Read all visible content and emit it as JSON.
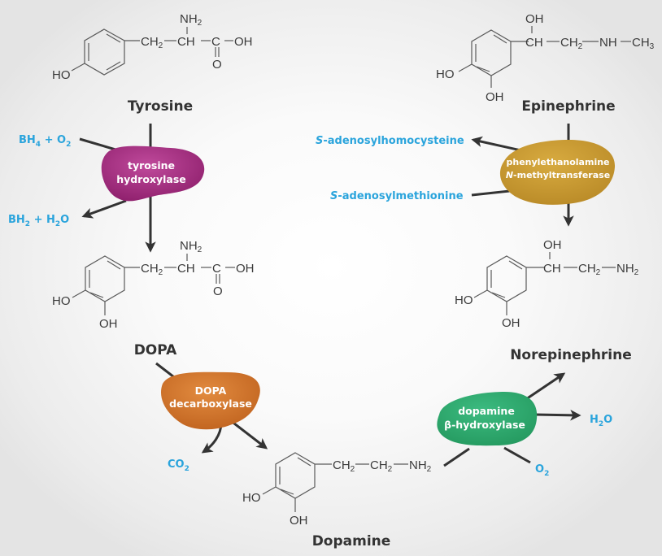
{
  "colors": {
    "cofactor": "#2aa4dc",
    "tyrosine_hydroxylase": "#a3287f",
    "dopa_decarboxylase": "#d4772b",
    "dopamine_beta_hydroxylase": "#2fae72",
    "pnmt": "#c99c31",
    "arrow": "#333333",
    "compound_name": "#333333"
  },
  "compounds": {
    "tyrosine": {
      "name": "Tyrosine",
      "groups": {
        "nh2": "NH",
        "nh2_sub": "2",
        "ch2": "CH",
        "ch2_sub": "2",
        "ch": "CH",
        "c": "C",
        "oh": "OH",
        "o": "O",
        "ho": "HO"
      }
    },
    "dopa": {
      "name": "DOPA",
      "groups": {
        "nh2": "NH",
        "nh2_sub": "2",
        "ch2": "CH",
        "ch2_sub": "2",
        "ch": "CH",
        "c": "C",
        "oh": "OH",
        "o": "O",
        "ho": "HO",
        "oh_ring": "OH"
      }
    },
    "dopamine": {
      "name": "Dopamine",
      "groups": {
        "ch2a": "CH",
        "ch2a_sub": "2",
        "ch2b": "CH",
        "ch2b_sub": "2",
        "nh2": "NH",
        "nh2_sub": "2",
        "ho": "HO",
        "oh_ring": "OH"
      }
    },
    "norepinephrine": {
      "name": "Norepinephrine",
      "groups": {
        "oh": "OH",
        "ch": "CH",
        "ch2": "CH",
        "ch2_sub": "2",
        "nh2": "NH",
        "nh2_sub": "2",
        "ho": "HO",
        "oh_ring": "OH"
      }
    },
    "epinephrine": {
      "name": "Epinephrine",
      "groups": {
        "oh": "OH",
        "ch": "CH",
        "ch2": "CH",
        "ch2_sub": "2",
        "nh": "NH",
        "ch3": "CH",
        "ch3_sub": "3",
        "ho": "HO",
        "oh_ring": "OH"
      }
    }
  },
  "enzymes": {
    "tyrosine_hydroxylase": {
      "line1": "tyrosine",
      "line2": "hydroxylase"
    },
    "dopa_decarboxylase": {
      "line1": "DOPA",
      "line2": "decarboxylase"
    },
    "dopamine_beta_hydroxylase": {
      "line1": "dopamine",
      "line2": "β-hydroxylase"
    },
    "pnmt": {
      "line1": "phenylethanolamine",
      "line2_italic": "N",
      "line2_rest": "-methyltransferase"
    }
  },
  "cofactors": {
    "bh4_o2": {
      "a": "BH",
      "a_sub": "4",
      "b": " + O",
      "b_sub": "2"
    },
    "bh2_h2o": {
      "a": "BH",
      "a_sub": "2",
      "b": " + H",
      "b_sub": "2",
      "c": "O"
    },
    "co2": {
      "a": "CO",
      "a_sub": "2"
    },
    "h2o": {
      "a": "H",
      "a_sub": "2",
      "b": "O"
    },
    "o2": {
      "a": "O",
      "a_sub": "2"
    },
    "sah": {
      "italic": "S",
      "rest": "-adenosylhomocysteine"
    },
    "sam": {
      "italic": "S",
      "rest": "-adenosylmethionine"
    }
  }
}
